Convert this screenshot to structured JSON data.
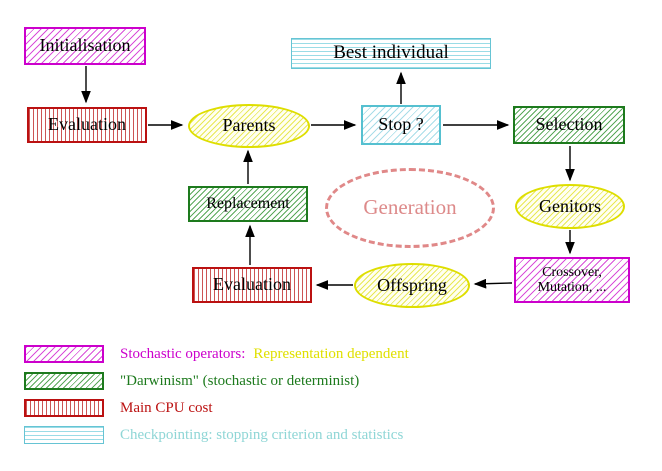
{
  "nodes": {
    "initialisation": {
      "label": "Initialisation"
    },
    "best_individual": {
      "label": "Best individual"
    },
    "evaluation_top": {
      "label": "Evaluation"
    },
    "parents": {
      "label": "Parents"
    },
    "stop": {
      "label": "Stop ?"
    },
    "selection": {
      "label": "Selection"
    },
    "replacement": {
      "label": "Replacement"
    },
    "generation": {
      "label": "Generation"
    },
    "genitors": {
      "label": "Genitors"
    },
    "crossover": {
      "label_line1": "Crossover,",
      "label_line2": "Mutation, ..."
    },
    "evaluation_bottom": {
      "label": "Evaluation"
    },
    "offspring": {
      "label": "Offspring"
    }
  },
  "legend": [
    {
      "swatch": "magenta-diagonal-hatch",
      "label": "Stochastic operators:",
      "label2": "Representation dependent"
    },
    {
      "swatch": "green-diagonal-hatch",
      "label": "\"Darwinism\" (stochastic or determinist)"
    },
    {
      "swatch": "red-vertical-lines",
      "label": "Main CPU cost"
    },
    {
      "swatch": "cyan-horizontal-lines",
      "label": "Checkpointing: stopping criterion and statistics"
    }
  ],
  "colors": {
    "magenta": "#cc00cc",
    "green": "#1d7a1d",
    "red": "#bb1111",
    "cyan_border": "#55c0d0",
    "cyan_text": "#8fd6d6",
    "yellow": "#e0e000",
    "salmon": "#e08888",
    "arrow": "#000000"
  }
}
